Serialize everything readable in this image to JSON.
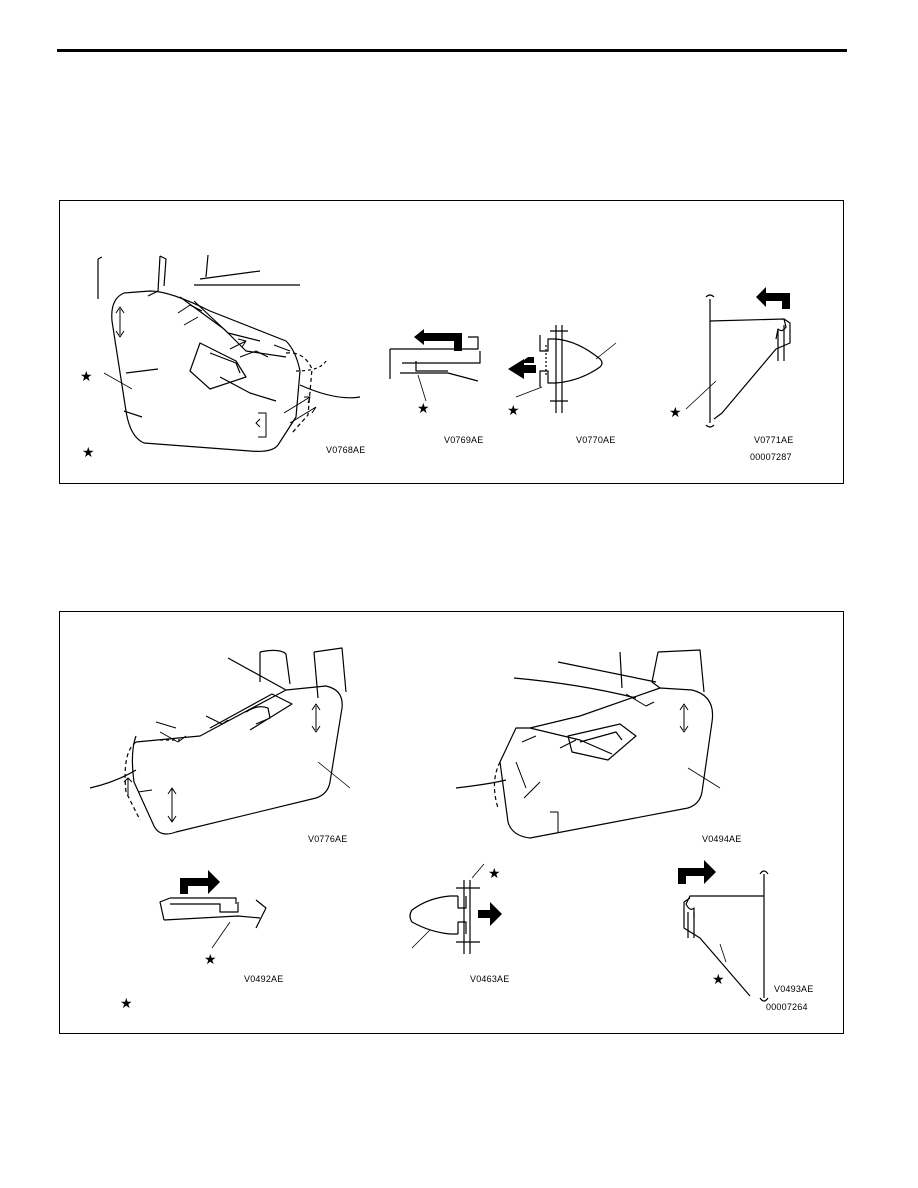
{
  "figures": [
    {
      "codes": [
        "V0768AE",
        "V0769AE",
        "V0770AE",
        "V0771AE"
      ],
      "part_number": "00007287"
    },
    {
      "codes": [
        "V0776AE",
        "V0494AE",
        "V0492AE",
        "V0463AE",
        "V0493AE"
      ],
      "part_number": "00007264"
    }
  ],
  "symbols": {
    "star": "★"
  },
  "icons": {
    "seat": "seat-side-cover-illustration",
    "clip": "clip-detail-illustration",
    "arrow": "thick-bent-arrow-icon"
  }
}
